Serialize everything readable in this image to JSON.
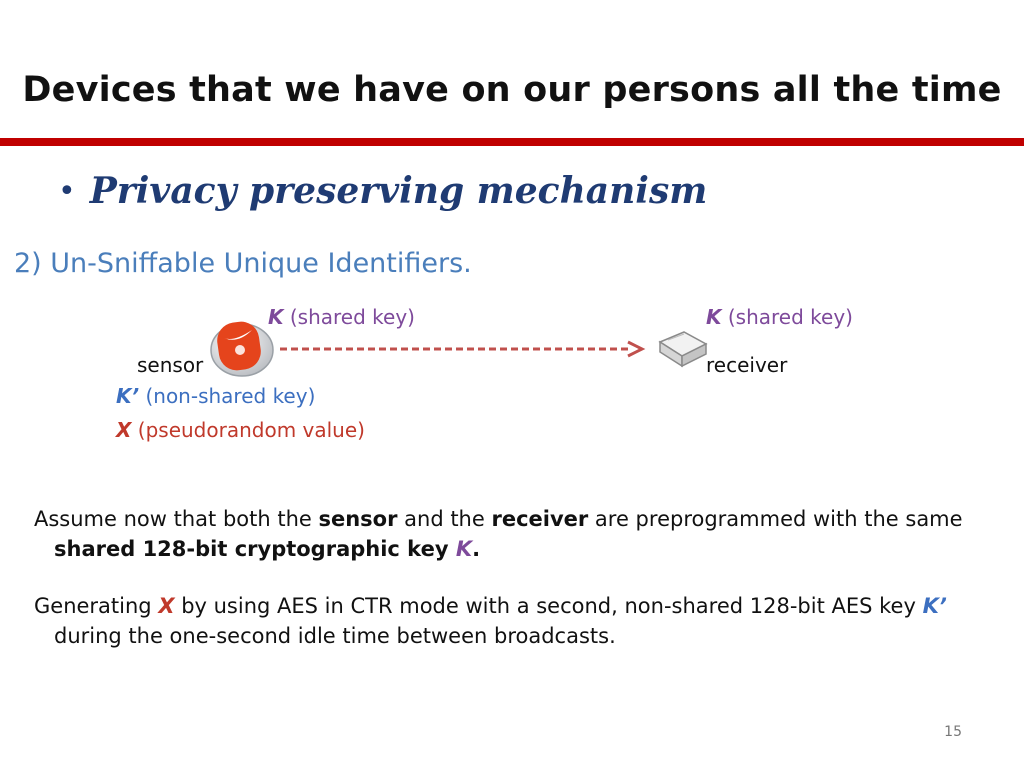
{
  "slide": {
    "title": "Devices that we have on our persons all the time",
    "bullet": "Privacy preserving mechanism",
    "subhead": "2) Un-Sniffable Unique Identifiers.",
    "diagram": {
      "sensor_key_symbol": "K",
      "sensor_key_text": " (shared key)",
      "receiver_key_symbol": "K",
      "receiver_key_text": " (shared key)",
      "sensor_label": "sensor",
      "receiver_label": "receiver",
      "nonshared_symbol": "K’",
      "nonshared_text": " (non-shared key)",
      "pseudo_symbol": "X",
      "pseudo_text": " (pseudorandom value)"
    },
    "para1": {
      "t1": "Assume now that both the ",
      "b1": "sensor",
      "t2": " and the ",
      "b2": "receiver",
      "t3": " are preprogrammed with the same ",
      "b3": "shared 128-bit cryptographic key ",
      "k": "K",
      "end": "."
    },
    "para2": {
      "t1": "Generating ",
      "x": "X",
      "t2": " by using AES in CTR mode with a second, non-shared 128-bit AES key ",
      "k2": "K’",
      "t3": " during the one-second idle time between broadcasts."
    },
    "page_number": "15"
  },
  "colors": {
    "rule": "#c00000",
    "bullet": "#1f3b73",
    "subhead": "#4a7ebb",
    "purple": "#7e4a9b",
    "blue": "#3c6fc0",
    "red": "#c0392b"
  },
  "icons": {
    "sensor": "nike-sensor-icon",
    "receiver": "ipod-receiver-icon",
    "arrow": "dashed-arrow"
  }
}
